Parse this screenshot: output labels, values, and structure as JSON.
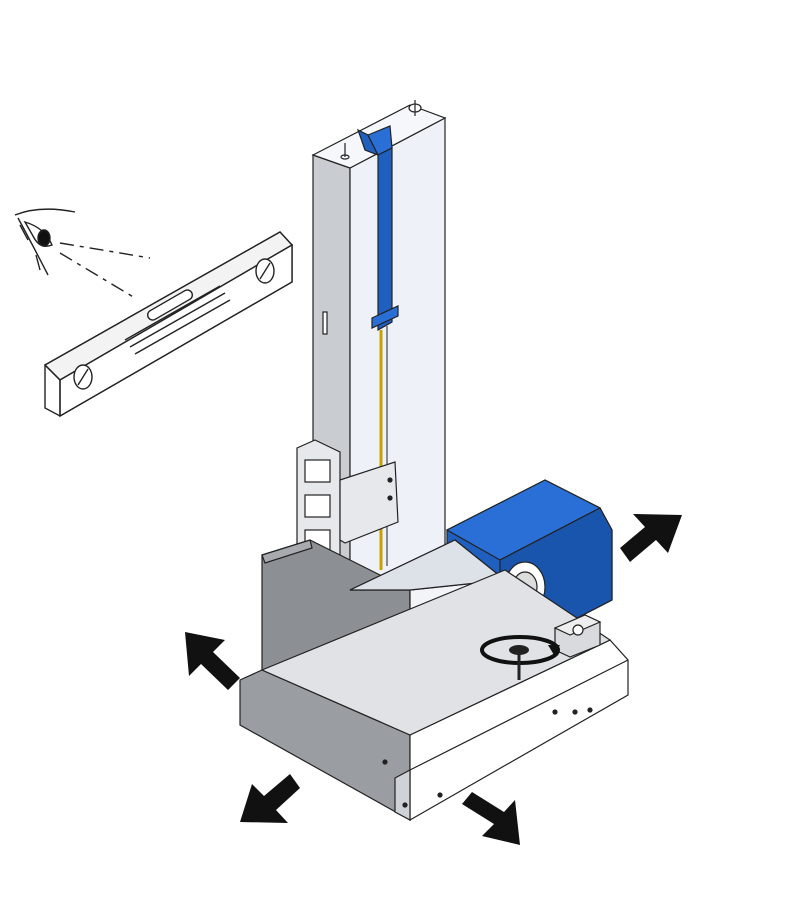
{
  "illustration": {
    "colors": {
      "accent_blue": "#1f5fbf",
      "accent_blue_dark": "#174a99",
      "column_light": "#eef2f8",
      "column_side": "#c9ccd1",
      "base_front": "#eef2f8",
      "base_side": "#8c8f94",
      "outline": "#222222",
      "arrow": "#111111",
      "leadscrew": "#c8a000"
    },
    "icons": {
      "spirit_level": "spirit-level-icon",
      "eye": "eye-icon",
      "adjust_rotation": "rotate-adjust-icon",
      "move_arrows": "direction-arrow-icon"
    },
    "arrows": [
      {
        "name": "arrow-up-left"
      },
      {
        "name": "arrow-up-right"
      },
      {
        "name": "arrow-down-left"
      },
      {
        "name": "arrow-down-right"
      }
    ]
  }
}
